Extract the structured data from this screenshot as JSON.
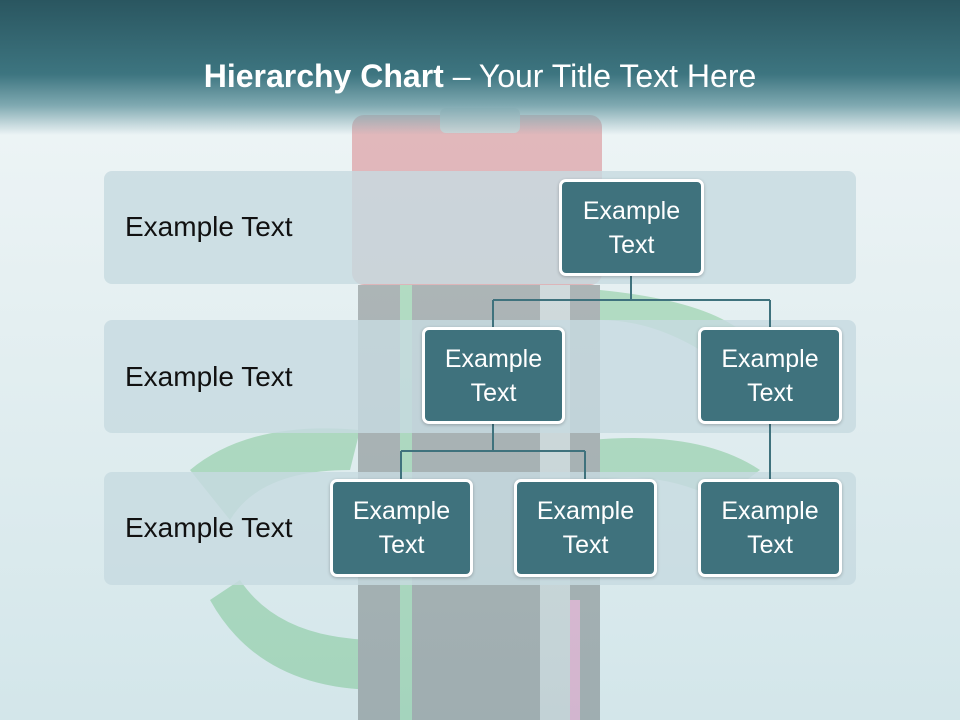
{
  "slide": {
    "title_bold": "Hierarchy Chart",
    "title_rest": " – Your Title Text Here"
  },
  "levels": [
    {
      "label": "Example Text"
    },
    {
      "label": "Example Text"
    },
    {
      "label": "Example Text"
    }
  ],
  "nodes": {
    "root": "Example Text",
    "mid_left": "Example Text",
    "mid_right": "Example Text",
    "leaf_1": "Example Text",
    "leaf_2": "Example Text",
    "leaf_3": "Example Text"
  },
  "colors": {
    "header": "#3d7580",
    "node_fill": "#3f727d",
    "node_border": "#ffffff",
    "band": "#c7dbe1",
    "connector": "#3f727d"
  }
}
